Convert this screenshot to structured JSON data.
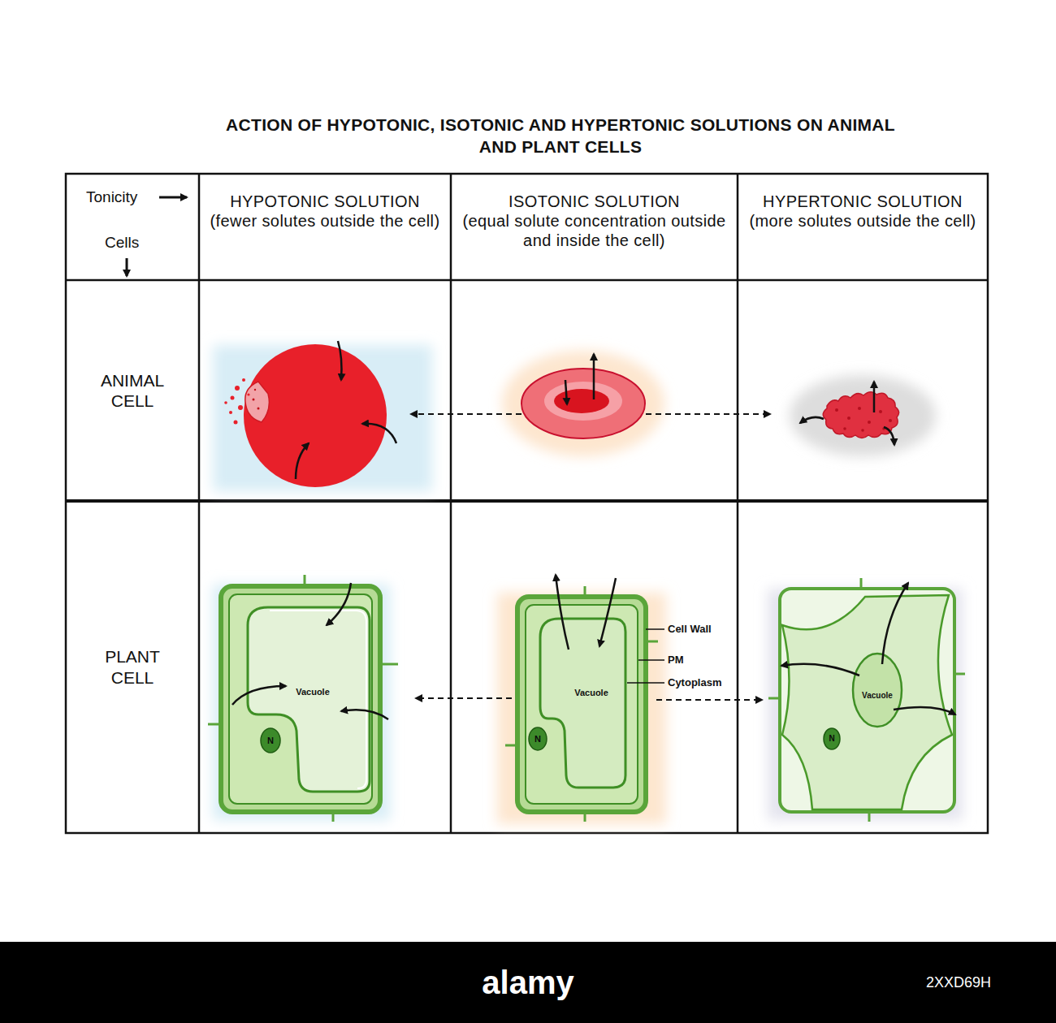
{
  "diagram": {
    "title": "ACTION OF HYPOTONIC, ISOTONIC AND HYPERTONIC SOLUTIONS ON ANIMAL AND PLANT CELLS",
    "nodes": [
      {
        "text": [
          "Tonicity",
          "Cells"
        ]
      },
      {
        "text": [
          "HYPOTONIC SOLUTION",
          "(fewer solutes outside the cell)"
        ]
      },
      {
        "text": [
          "ISOTONIC SOLUTION",
          "(equal solute concentration outside and inside the cell)"
        ]
      },
      {
        "text": [
          "HYPERTONIC SOLUTION",
          "(more solutes outside the cell)"
        ]
      },
      {
        "text": [
          "ANIMAL CELL"
        ]
      },
      {
        "text": [
          "PLANT CELL"
        ]
      }
    ],
    "labels": [
      "Vacuole",
      "N",
      "Vacuole",
      "N",
      "Cell Wall",
      "PM",
      "Cytoplasm",
      "Vacuole",
      "N",
      "alamy",
      "2XXD69H"
    ]
  }
}
